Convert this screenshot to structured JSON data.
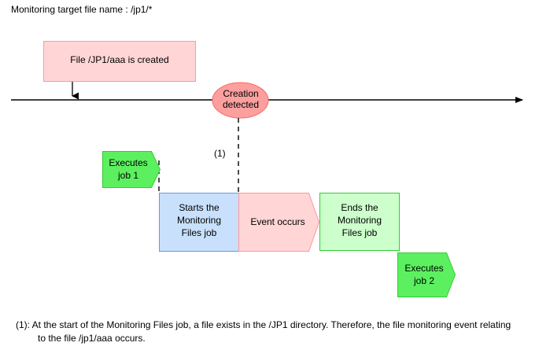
{
  "header": {
    "caption": "Monitoring target file name : /jp1/*"
  },
  "timeline": {
    "axis_name": "time-axis",
    "event_marker_label": "Creation\ndetected"
  },
  "nodes": [
    {
      "id": "file-created-box",
      "label": "File /JP1/aaa is created",
      "shape": "rect",
      "fill": "#ffd5d5",
      "border": "#ff9999"
    },
    {
      "id": "creation-detected-ellipse",
      "label": "Creation\ndetected",
      "shape": "ellipse",
      "fill": "#fb9f9f",
      "border": "#ff6666"
    },
    {
      "id": "executes-job1",
      "label": "Executes\njob 1",
      "shape": "pentagon",
      "fill": "#5cf060",
      "border": "#33cc33"
    },
    {
      "id": "starts-monitoring-files-job",
      "label": "Starts the\nMonitoring\nFiles job",
      "shape": "rect",
      "fill": "#c8e0fb",
      "border": "#6699dd"
    },
    {
      "id": "event-occurs",
      "label": "Event occurs",
      "shape": "pentagon",
      "fill": "#ffd5d5",
      "border": "#ff9999"
    },
    {
      "id": "ends-monitoring-files-job",
      "label": "Ends the\nMonitoring\nFiles job",
      "shape": "rect",
      "fill": "#ccffcc",
      "border": "#33cc33"
    },
    {
      "id": "executes-job2",
      "label": "Executes\njob 2",
      "shape": "pentagon",
      "fill": "#5cf060",
      "border": "#33cc33"
    }
  ],
  "annotations": {
    "note_ref": "(1)"
  },
  "footnote": {
    "marker": "(1):",
    "text": "At the start of the Monitoring Files job, a file exists in the /JP1 directory. Therefore, the file monitoring event relating to the file /jp1/aaa occurs."
  },
  "colors": {
    "pink_fill": "#ffd5d5",
    "pink_border": "#ff9999",
    "ellipse_fill": "#fb9f9f",
    "ellipse_border": "#ff6666",
    "green_bright_fill": "#5cf060",
    "green_light_fill": "#ccffcc",
    "green_border": "#33cc33",
    "blue_fill": "#c8e0fb",
    "blue_border": "#6699dd",
    "line": "#000000"
  }
}
